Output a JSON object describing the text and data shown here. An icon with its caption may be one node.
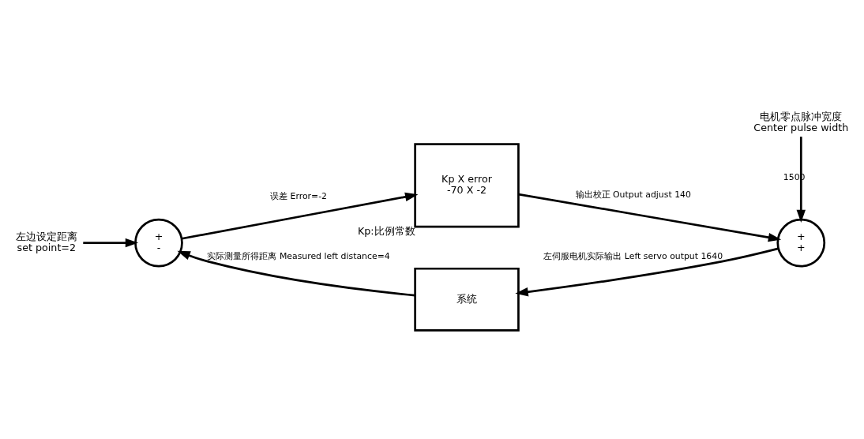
{
  "diagram": {
    "nodes": [
      {
        "text": [
          "左边设定距离",
          "set point=2"
        ]
      },
      {
        "text": [
          "+",
          "-"
        ]
      },
      {
        "text": [
          "Kp X error",
          "-70 X -2"
        ],
        "beside": [
          "Kp:比例常数"
        ]
      },
      {
        "text": [
          "+",
          "+"
        ]
      },
      {
        "text": [
          "电机零点脉冲宽度",
          "Center pulse width"
        ]
      },
      {
        "text": [
          "系统"
        ]
      }
    ],
    "edges": [
      {
        "from": 0,
        "to": 1,
        "arrow": "to"
      },
      {
        "from": 1,
        "to": 2,
        "arrow": "to",
        "label": "误差 Error=-2"
      },
      {
        "from": 2,
        "to": 3,
        "arrow": "to",
        "label": "输出校正 Output adjust 140"
      },
      {
        "from": 4,
        "to": 3,
        "arrow": "to",
        "label": "1500"
      },
      {
        "from": 3,
        "to": 5,
        "arrow": "to",
        "label": "左伺服电机实际输出 Left servo output 1640"
      },
      {
        "from": 5,
        "to": 1,
        "arrow": "to",
        "label": "实际测量所得距离 Measured left distance=4"
      }
    ]
  }
}
